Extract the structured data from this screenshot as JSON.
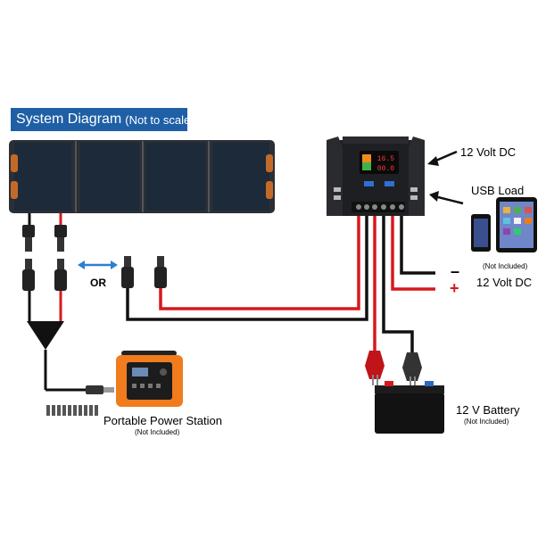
{
  "title": {
    "main": "System Diagram",
    "sub": "(Not to scale)"
  },
  "labels": {
    "volt_dc_top": "12 Volt DC",
    "usb_load": "USB Load",
    "usb_not_included": "(Not Included)",
    "or": "OR",
    "minus": "–",
    "plus": "+",
    "volt_dc_right": "12 Volt DC",
    "power_station": "Portable Power Station",
    "power_station_not_included": "(Not Included)",
    "battery": "12 V Battery",
    "battery_not_included": "(Not Included)"
  },
  "controller_display": {
    "voltage": "16.5",
    "current": "00.0"
  },
  "colors": {
    "title_bg": "#1f5fa6",
    "positive_wire": "#d6181e",
    "negative_wire": "#111111",
    "arrow": "#2b7fd3",
    "panel": "#1c2a3a",
    "power_station": "#f07c1e",
    "battery_terminal": "#2f68c2"
  }
}
